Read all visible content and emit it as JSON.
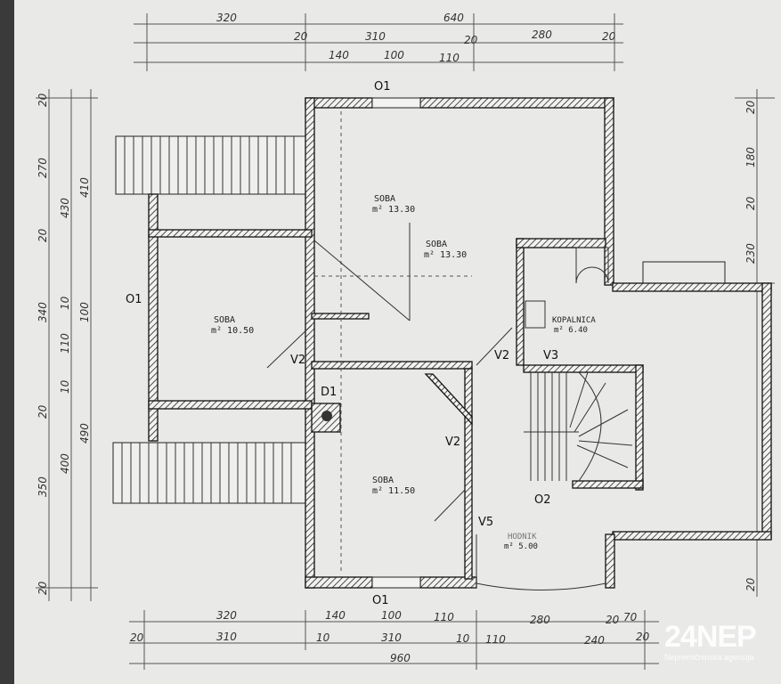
{
  "rooms": [
    {
      "name": "SOBA",
      "area": "m² 13.30"
    },
    {
      "name": "SOBA",
      "area": "m² 13.30"
    },
    {
      "name": "SOBA",
      "area": "m² 10.50"
    },
    {
      "name": "SOBA",
      "area": "m² 11.50"
    },
    {
      "name": "KOPALNICA",
      "area": "m² 6.40"
    },
    {
      "name": "HODNIK",
      "area": "m² 5.00"
    }
  ],
  "openings": {
    "o1_top": "O1",
    "o1_left": "O1",
    "o1_bottom": "O1",
    "o2": "O2",
    "d1": "D1",
    "v2_a": "V2",
    "v2_b": "V2",
    "v2_c": "V2",
    "v3": "V3",
    "v5": "V5"
  },
  "dimensions": {
    "top": [
      "320",
      "640",
      "20",
      "310",
      "20",
      "280",
      "20",
      "140",
      "100",
      "110"
    ],
    "bottom": [
      "320",
      "140",
      "100",
      "110",
      "280",
      "20",
      "70",
      "20",
      "310",
      "10",
      "310",
      "10",
      "110",
      "240",
      "20",
      "960"
    ],
    "left": [
      "20",
      "270",
      "20",
      "340",
      "20",
      "350",
      "20",
      "430",
      "10",
      "110",
      "10",
      "400",
      "410",
      "100",
      "490"
    ],
    "right": [
      "20",
      "180",
      "20",
      "230",
      "20"
    ]
  },
  "logo": {
    "mark": "24NEP",
    "subtitle": "Nepremičninska agencija"
  }
}
